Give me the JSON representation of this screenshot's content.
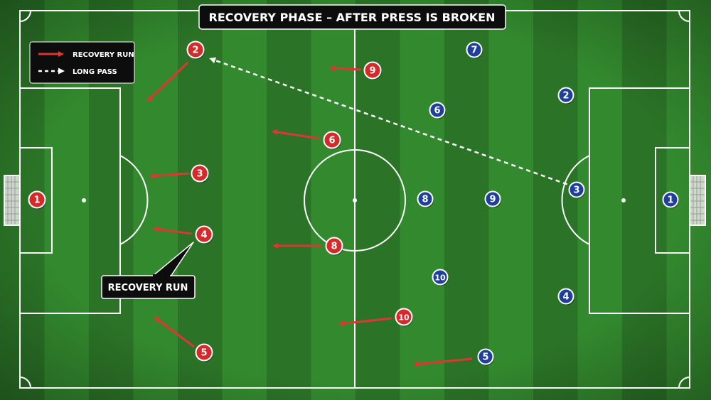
{
  "title": "RECOVERY PHASE – AFTER PRESS IS BROKEN",
  "legend": {
    "recovery_run": "RECOVERY RUN",
    "long_pass": "LONG PASS"
  },
  "callout": {
    "text": "RECOVERY RUN"
  },
  "colors": {
    "pitch_dark": "#2b7427",
    "pitch_light": "#338a2e",
    "line": "#ffffff",
    "red_team": "#d42a2a",
    "blue_team": "#1f3f9c",
    "recovery_arrow": "#e03535",
    "pass_line": "#ffffff"
  },
  "red_players": [
    {
      "id": "red-1",
      "number": "1"
    },
    {
      "id": "red-2",
      "number": "2"
    },
    {
      "id": "red-3",
      "number": "3"
    },
    {
      "id": "red-4",
      "number": "4"
    },
    {
      "id": "red-5",
      "number": "5"
    },
    {
      "id": "red-6",
      "number": "6"
    },
    {
      "id": "red-8",
      "number": "8"
    },
    {
      "id": "red-9",
      "number": "9"
    },
    {
      "id": "red-10",
      "number": "10"
    }
  ],
  "blue_players": [
    {
      "id": "blue-1",
      "number": "1"
    },
    {
      "id": "blue-2",
      "number": "2"
    },
    {
      "id": "blue-3",
      "number": "3"
    },
    {
      "id": "blue-4",
      "number": "4"
    },
    {
      "id": "blue-5",
      "number": "5"
    },
    {
      "id": "blue-6",
      "number": "6"
    },
    {
      "id": "blue-7",
      "number": "7"
    },
    {
      "id": "blue-8",
      "number": "8"
    },
    {
      "id": "blue-9",
      "number": "9"
    },
    {
      "id": "blue-10",
      "number": "10"
    }
  ]
}
